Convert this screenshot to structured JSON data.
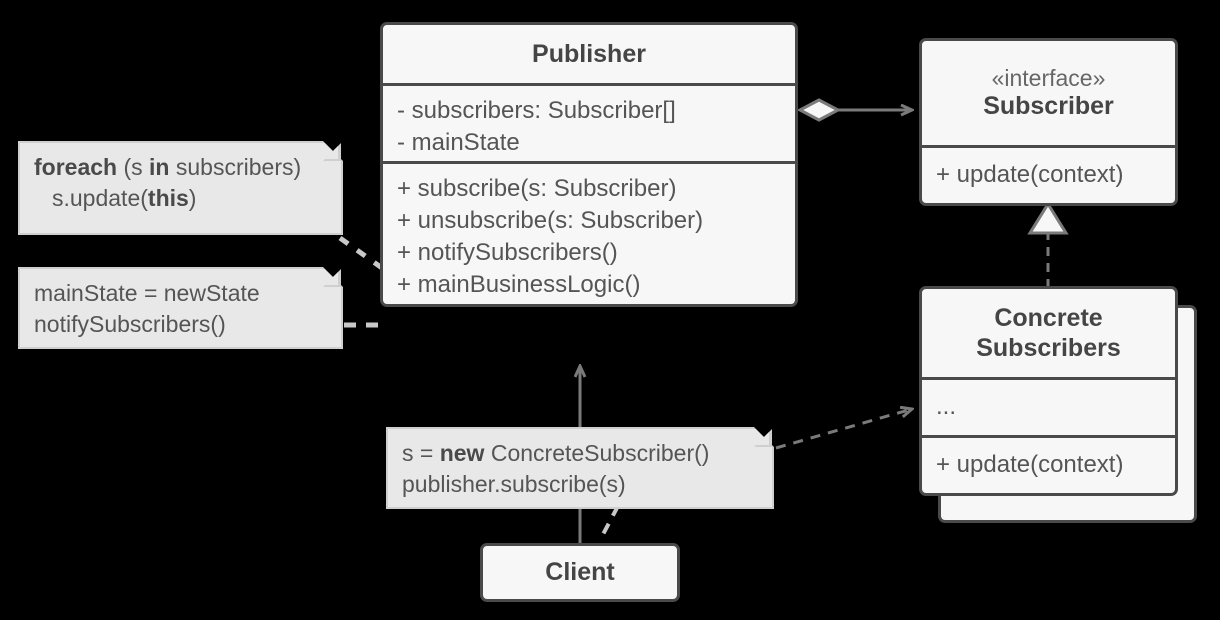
{
  "diagram": {
    "title": "Observer / Publisher-Subscriber UML class diagram",
    "background_color": "#000000",
    "box_fill": "#f7f7f7",
    "box_border": "#4a4a4a",
    "note_fill": "#e8e8e8",
    "note_border": "#cfcfcf",
    "wire_color": "#7a7a7a",
    "dashed_note_wire_color": "#c8c8c8"
  },
  "publisher": {
    "title": "Publisher",
    "fields": [
      "- subscribers: Subscriber[]",
      "- mainState"
    ],
    "methods": [
      "+ subscribe(s: Subscriber)",
      "+ unsubscribe(s: Subscriber)",
      "+ notifySubscribers()",
      "+ mainBusinessLogic()"
    ]
  },
  "subscriber_interface": {
    "stereotype": "«interface»",
    "title": "Subscriber",
    "methods": [
      "+ update(context)"
    ]
  },
  "concrete_subscribers": {
    "title_line_1": "Concrete",
    "title_line_2": "Subscribers",
    "fields": [
      "..."
    ],
    "methods": [
      "+ update(context)"
    ]
  },
  "client": {
    "title": "Client"
  },
  "notes": {
    "foreach_note": {
      "line_1_keyword": "foreach",
      "line_1_rest_a": " (s ",
      "line_1_keyword_2": "in",
      "line_1_rest_b": " subscribers)",
      "line_2_pre": "s.update(",
      "line_2_keyword": "this",
      "line_2_post": ")"
    },
    "state_note": {
      "line_1": "mainState = newState",
      "line_2": "notifySubscribers()"
    },
    "client_note": {
      "line_1_pre": "s = ",
      "line_1_keyword": "new",
      "line_1_post": " ConcreteSubscriber()",
      "line_2": "publisher.subscribe(s)"
    }
  },
  "relations": [
    {
      "name": "publisher-aggregates-subscriber",
      "type": "aggregation",
      "from": "Publisher",
      "to": "Subscriber",
      "marker": "hollow-diamond + open-arrow"
    },
    {
      "name": "concrete-implements-subscriber",
      "type": "realization",
      "from": "Concrete Subscribers",
      "to": "Subscriber",
      "marker": "hollow-triangle, dashed"
    },
    {
      "name": "client-to-publisher",
      "type": "association",
      "from": "Client",
      "to": "Publisher",
      "marker": "open-arrow"
    },
    {
      "name": "client-note-to-concrete",
      "type": "dependency",
      "from": "client note",
      "to": "Concrete Subscribers",
      "marker": "open-arrow, dashed"
    }
  ]
}
